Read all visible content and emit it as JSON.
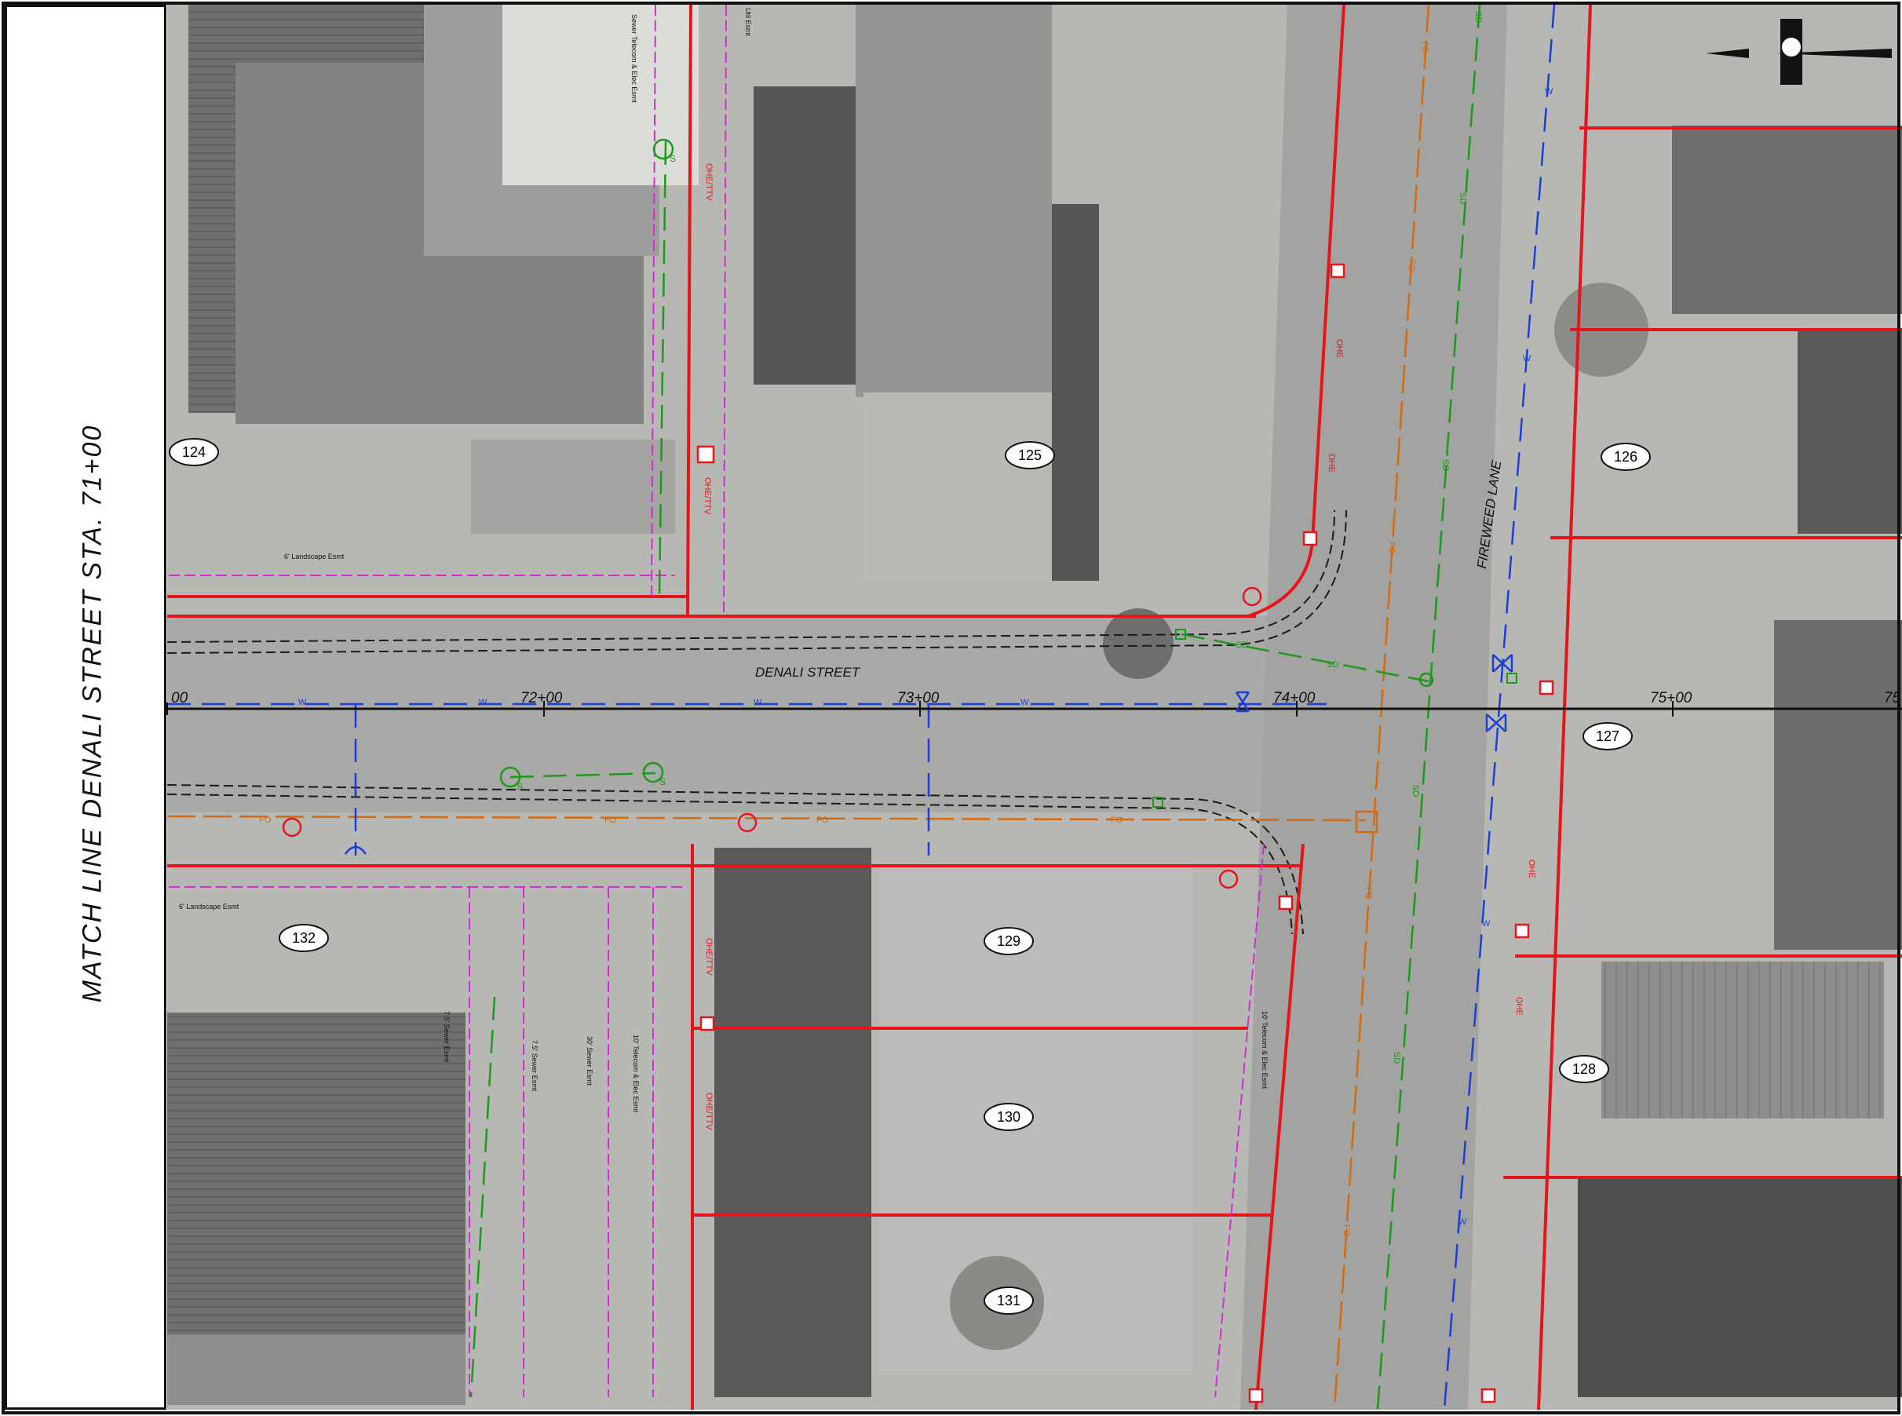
{
  "match_line": "MATCH LINE DENALI STREET STA. 71+00",
  "streets": {
    "main": "DENALI STREET",
    "cross": "FIREWEED LANE"
  },
  "stations": [
    "00",
    "72+00",
    "73+00",
    "74+00",
    "75+00",
    "75"
  ],
  "parcels": [
    "124",
    "125",
    "126",
    "127",
    "128",
    "129",
    "130",
    "131",
    "132"
  ],
  "easements": {
    "landscape_north": "6' Landscape Esmt",
    "landscape_south": "6' Landscape Esmt",
    "sewer_telecom_top": "Sewer Telecom & Elec Esmt",
    "util_top": "Util Esmt",
    "sewer_7_5_a": "7.5' Sewer Esmt",
    "sewer_7_5_b": "7.5' Sewer Esmt",
    "sewer_30": "30' Sewer Esmt",
    "telecom_10_a": "10' Telecom & Elec Esmt",
    "telecom_10_b": "10' Telecom & Elec Esmt"
  },
  "utility_labels": {
    "ohe_ttv": "OHE/TTV",
    "ohe": "OHE",
    "fo": "FO",
    "sd": "SD",
    "w": "W",
    "s": "S"
  },
  "colors": {
    "property_line": "#e8141b",
    "water": "#1a3fd6",
    "storm_drain": "#1c9a1c",
    "fiber_optic": "#d46a10",
    "easement": "#d62ad6",
    "roadway": "#1a1a1a"
  },
  "icons": [
    "north-arrow-icon",
    "fire-hydrant-icon",
    "water-valve-icon",
    "manhole-icon",
    "utility-pole-icon"
  ]
}
